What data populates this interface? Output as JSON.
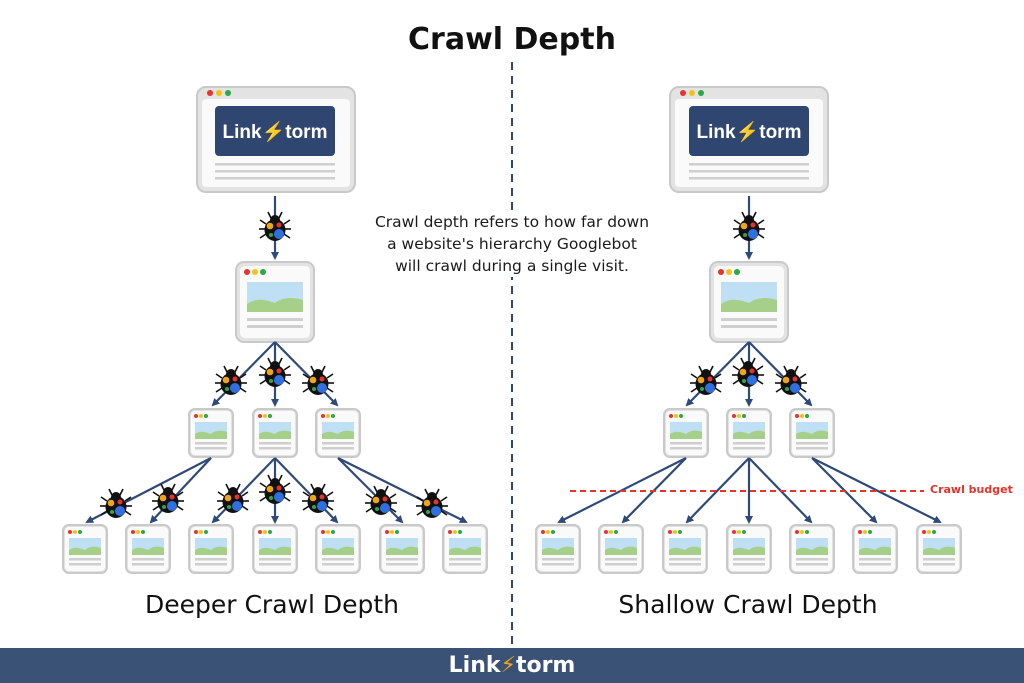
{
  "title": "Crawl Depth",
  "description": [
    "Crawl depth refers to how far down",
    "a website's hierarchy Googlebot",
    "will crawl during a single visit."
  ],
  "brand": {
    "part1": "Link",
    "part2": "torm"
  },
  "left_caption": "Deeper Crawl Depth",
  "right_caption": "Shallow Crawl Depth",
  "crawl_budget_label": "Crawl budget",
  "colors": {
    "navy": "#2f4770",
    "arrow": "#2e4a78",
    "footer": "#3b5277",
    "budget_red": "#e8322b",
    "bolt": "#f2a516"
  },
  "icons": [
    "webpage-icon",
    "landscape-image-icon",
    "googlebot-bug-icon",
    "lightning-bolt-icon"
  ]
}
